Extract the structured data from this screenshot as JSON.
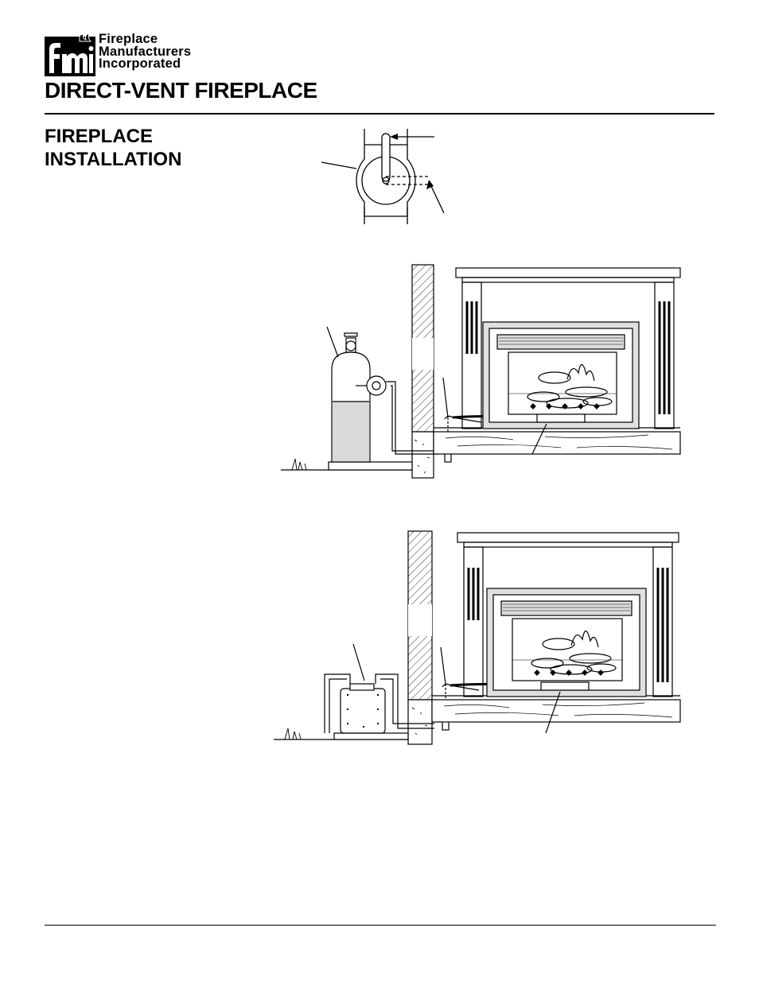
{
  "brand": {
    "line1": "Fireplace",
    "line2": "Manufacturers",
    "line3": "Incorporated",
    "mark_letters": "fmi"
  },
  "header": {
    "title": "DIRECT-VENT FIREPLACE"
  },
  "section": {
    "title_line1": "FIREPLACE",
    "title_line2": "INSTALLATION"
  },
  "figures": [
    {
      "id": "valve-detail",
      "kind": "gas shutoff valve handle positions"
    },
    {
      "id": "lp-cylinder-hookup",
      "kind": "propane cylinder with regulator piped to fireplace"
    },
    {
      "id": "lp-tank-hookup",
      "kind": "propane tank with regulator piped to fireplace"
    }
  ]
}
